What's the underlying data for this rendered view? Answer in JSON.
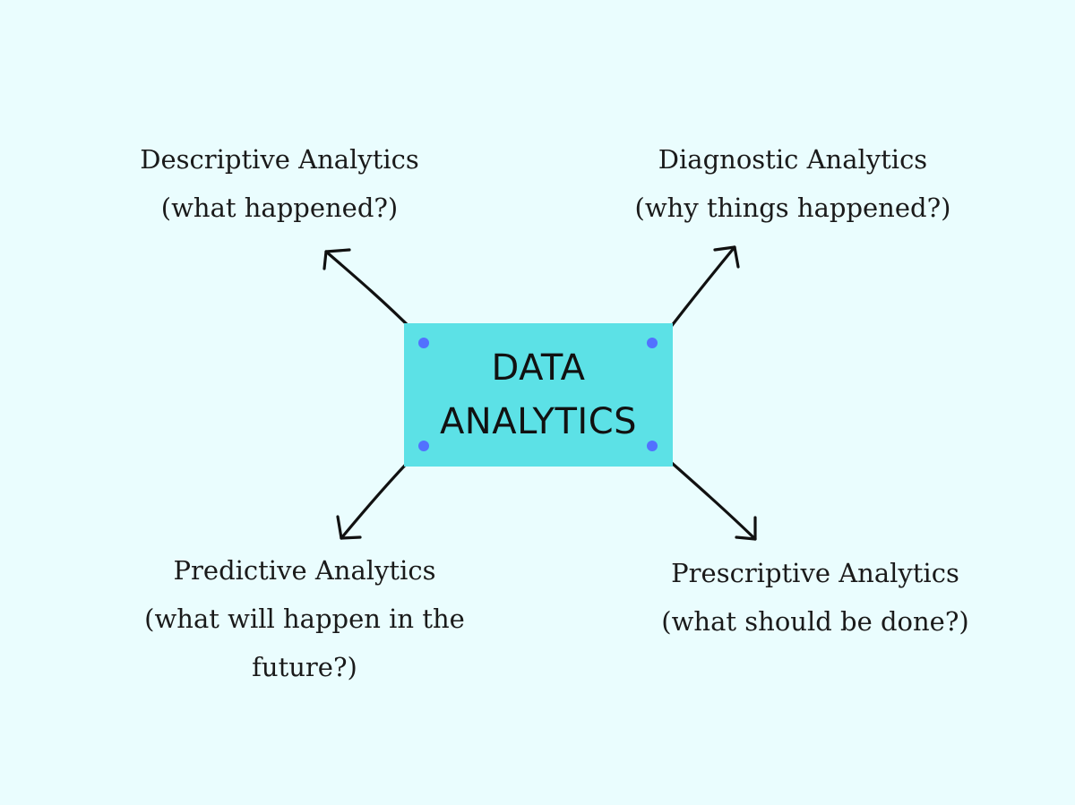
{
  "center": {
    "line1": "DATA",
    "line2": "ANALYTICS"
  },
  "nodes": {
    "descriptive": {
      "title": "Descriptive Analytics",
      "subtitle": "(what happened?)"
    },
    "diagnostic": {
      "title": "Diagnostic Analytics",
      "subtitle": "(why things happened?)"
    },
    "predictive": {
      "title": "Predictive Analytics",
      "subtitle_line1": "(what will happen in the",
      "subtitle_line2": "future?)"
    },
    "prescriptive": {
      "title": "Prescriptive Analytics",
      "subtitle": "(what should be done?)"
    }
  },
  "colors": {
    "background": "#eafdfe",
    "box": "#5ce1e6",
    "dot": "#5271ff",
    "text": "#1a1a1a"
  }
}
